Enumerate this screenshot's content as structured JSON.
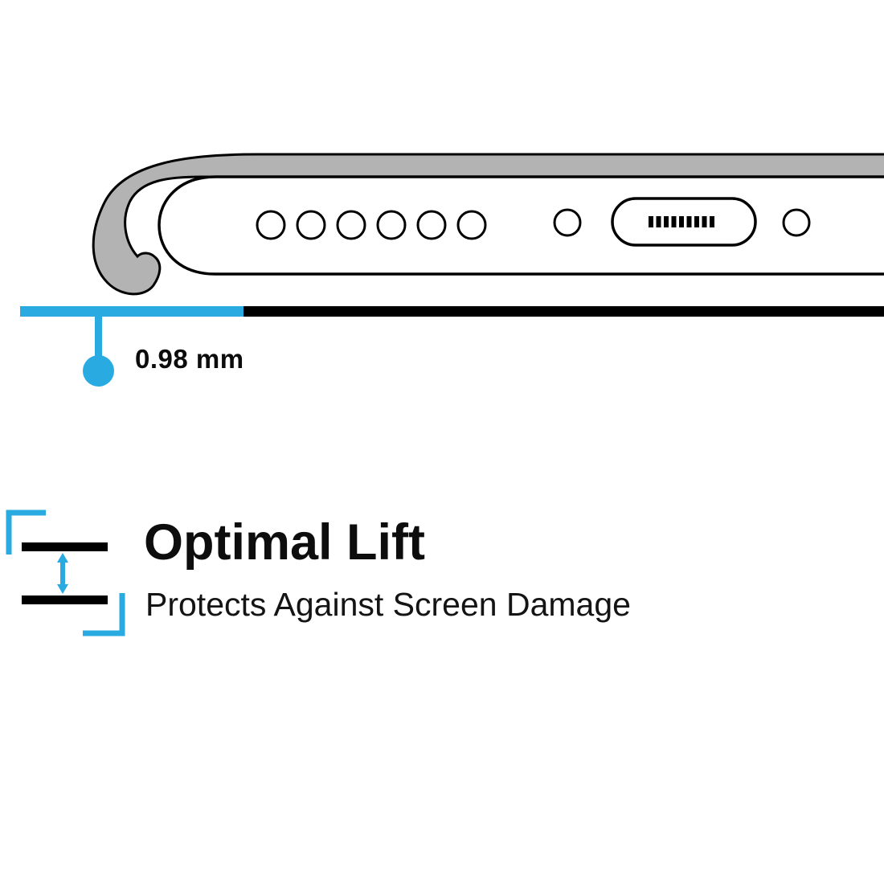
{
  "colors": {
    "accent": "#29ABE2",
    "case_gray": "#B3B3B3",
    "ink": "#000000",
    "paper": "#FFFFFF"
  },
  "measurement": {
    "label": "0.98 mm"
  },
  "feature": {
    "title": "Optimal Lift",
    "subtitle": "Protects Against Screen Damage"
  },
  "illustration": {
    "speaker_hole_count": 6,
    "charging_port_pin_count": 9,
    "icons": {
      "lift_arrow_icon": "vertical double-headed arrow",
      "lift_bracket_icons": "cyan corner brackets"
    }
  }
}
